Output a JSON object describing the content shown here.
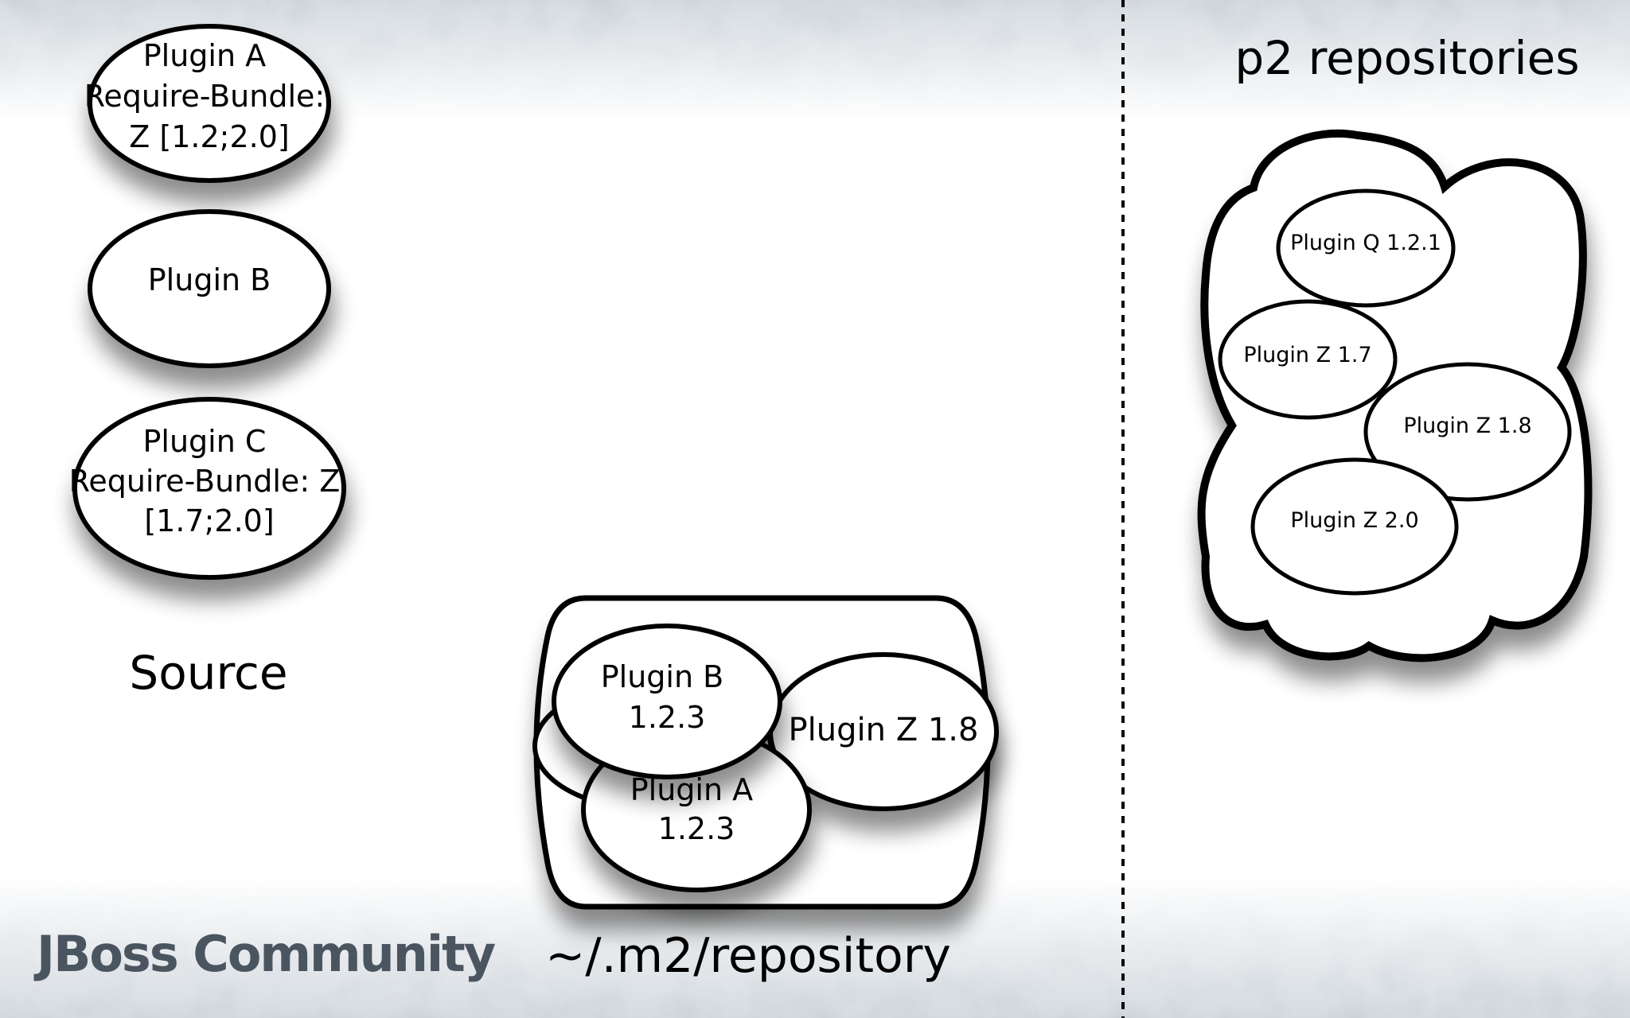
{
  "source": {
    "caption": "Source",
    "plugins": [
      {
        "lines": [
          "Plugin A",
          "Require-Bundle:",
          "Z [1.2;2.0]"
        ]
      },
      {
        "lines": [
          "Plugin B"
        ]
      },
      {
        "lines": [
          "Plugin C",
          "Require-Bundle: Z",
          "[1.7;2.0]"
        ]
      }
    ]
  },
  "m2_repository": {
    "caption": "~/.m2/repository",
    "plugins": [
      {
        "lines": [
          "Plugin B",
          "1.2.3"
        ]
      },
      {
        "lines": [
          "Plugin A",
          "1.2.3"
        ]
      },
      {
        "lines": [
          "Plugin Z 1.8"
        ]
      }
    ]
  },
  "p2_repositories": {
    "caption": "p2 repositories",
    "plugins": [
      {
        "lines": [
          "Plugin Q 1.2.1"
        ]
      },
      {
        "lines": [
          "Plugin Z 1.7"
        ]
      },
      {
        "lines": [
          "Plugin Z 1.8"
        ]
      },
      {
        "lines": [
          "Plugin Z 2.0"
        ]
      }
    ]
  },
  "branding": {
    "logo_text": "JBoss Community"
  },
  "colors": {
    "ink": "#000000",
    "fill": "#ffffff",
    "logo": "#4a5560"
  }
}
